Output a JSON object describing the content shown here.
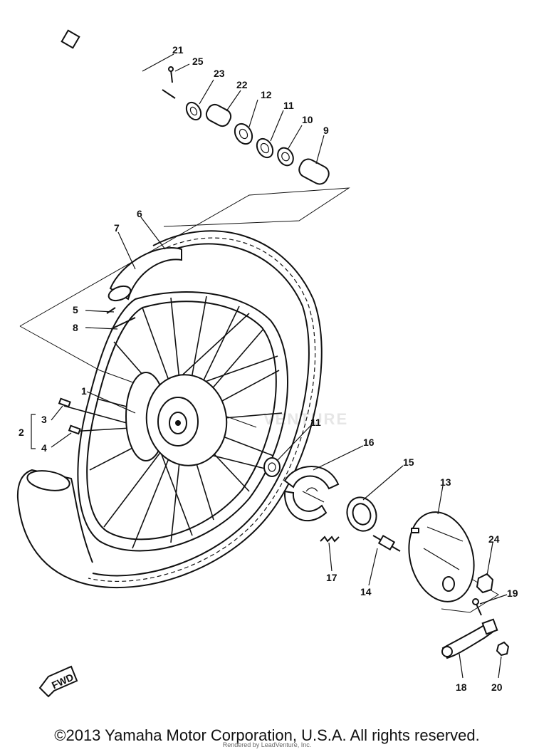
{
  "parts": [
    {
      "id": "p21",
      "label": "21"
    },
    {
      "id": "p25",
      "label": "25"
    },
    {
      "id": "p23",
      "label": "23"
    },
    {
      "id": "p22",
      "label": "22"
    },
    {
      "id": "p12",
      "label": "12"
    },
    {
      "id": "p11a",
      "label": "11"
    },
    {
      "id": "p10",
      "label": "10"
    },
    {
      "id": "p9",
      "label": "9"
    },
    {
      "id": "p6",
      "label": "6"
    },
    {
      "id": "p7",
      "label": "7"
    },
    {
      "id": "p5",
      "label": "5"
    },
    {
      "id": "p8",
      "label": "8"
    },
    {
      "id": "p1",
      "label": "1"
    },
    {
      "id": "p3",
      "label": "3"
    },
    {
      "id": "p2",
      "label": "2"
    },
    {
      "id": "p4",
      "label": "4"
    },
    {
      "id": "p11b",
      "label": "11"
    },
    {
      "id": "p16",
      "label": "16"
    },
    {
      "id": "p15",
      "label": "15"
    },
    {
      "id": "p13",
      "label": "13"
    },
    {
      "id": "p24",
      "label": "24"
    },
    {
      "id": "p19",
      "label": "19"
    },
    {
      "id": "p17",
      "label": "17"
    },
    {
      "id": "p14",
      "label": "14"
    },
    {
      "id": "p18",
      "label": "18"
    },
    {
      "id": "p20",
      "label": "20"
    }
  ],
  "fwd_label": "FWD",
  "watermark": "VENTURE",
  "copyright": "©2013 Yamaha Motor Corporation, U.S.A. All rights reserved.",
  "rendered_by": "Rendered by LeadVenture, Inc."
}
